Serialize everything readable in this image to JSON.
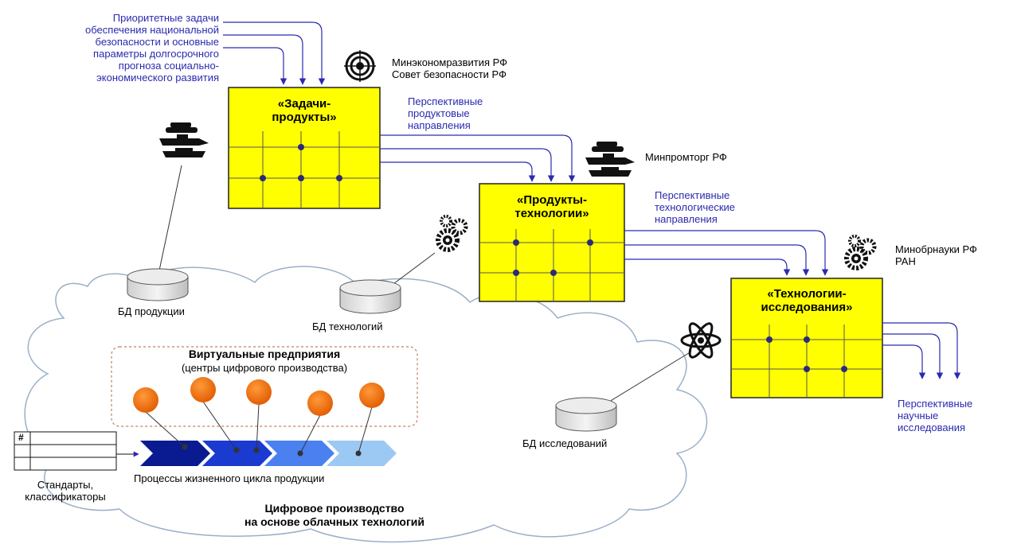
{
  "inputs_text": "Приоритетные задачи\nобеспечения национальной\nбезопасности и основные\nпараметры долгосрочного\nпрогноза социально-\nэкономического развития",
  "matrices": {
    "tasks_products": "«Задачи-\nпродукты»",
    "products_technologies": "«Продукты-\nтехнологии»",
    "technologies_research": "«Технологии-\nисследования»"
  },
  "agencies": {
    "minek": "Минэкономразвития РФ\nСовет безопасности РФ",
    "minprom": "Минпромторг РФ",
    "minobr": "Минобрнауки РФ\nРАН"
  },
  "outputs": {
    "product_directions": "Перспективные\nпродуктовые\nнаправления",
    "tech_directions": "Перспективные\nтехнологические\nнаправления",
    "research": "Перспективные\nнаучные\nисследования"
  },
  "databases": {
    "products": "БД продукции",
    "technologies": "БД технологий",
    "research": "БД исследований"
  },
  "virtual": {
    "title": "Виртуальные предприятия",
    "subtitle": "(центры цифрового производства)"
  },
  "lifecycle": "Процессы жизненного цикла продукции",
  "standards": {
    "hash": "#",
    "label": "Стандарты,\nклассификаторы"
  },
  "cloud_label": "Цифровое производство\nна основе облачных технологий",
  "icons": [
    "target-icon",
    "military-vehicles-icon",
    "gears-icon",
    "atom-icon"
  ],
  "colors": {
    "matrix_fill": "#ffff00",
    "link": "#2a2ab0",
    "node": "#2a2a7a",
    "orange": "#f07010",
    "chevron_dark": "#0a1a90",
    "chevron_mid": "#1a3ad0",
    "chevron_light": "#4a80f0",
    "chevron_pale": "#9cc8f4",
    "cloud_stroke": "#9ab0c8"
  }
}
